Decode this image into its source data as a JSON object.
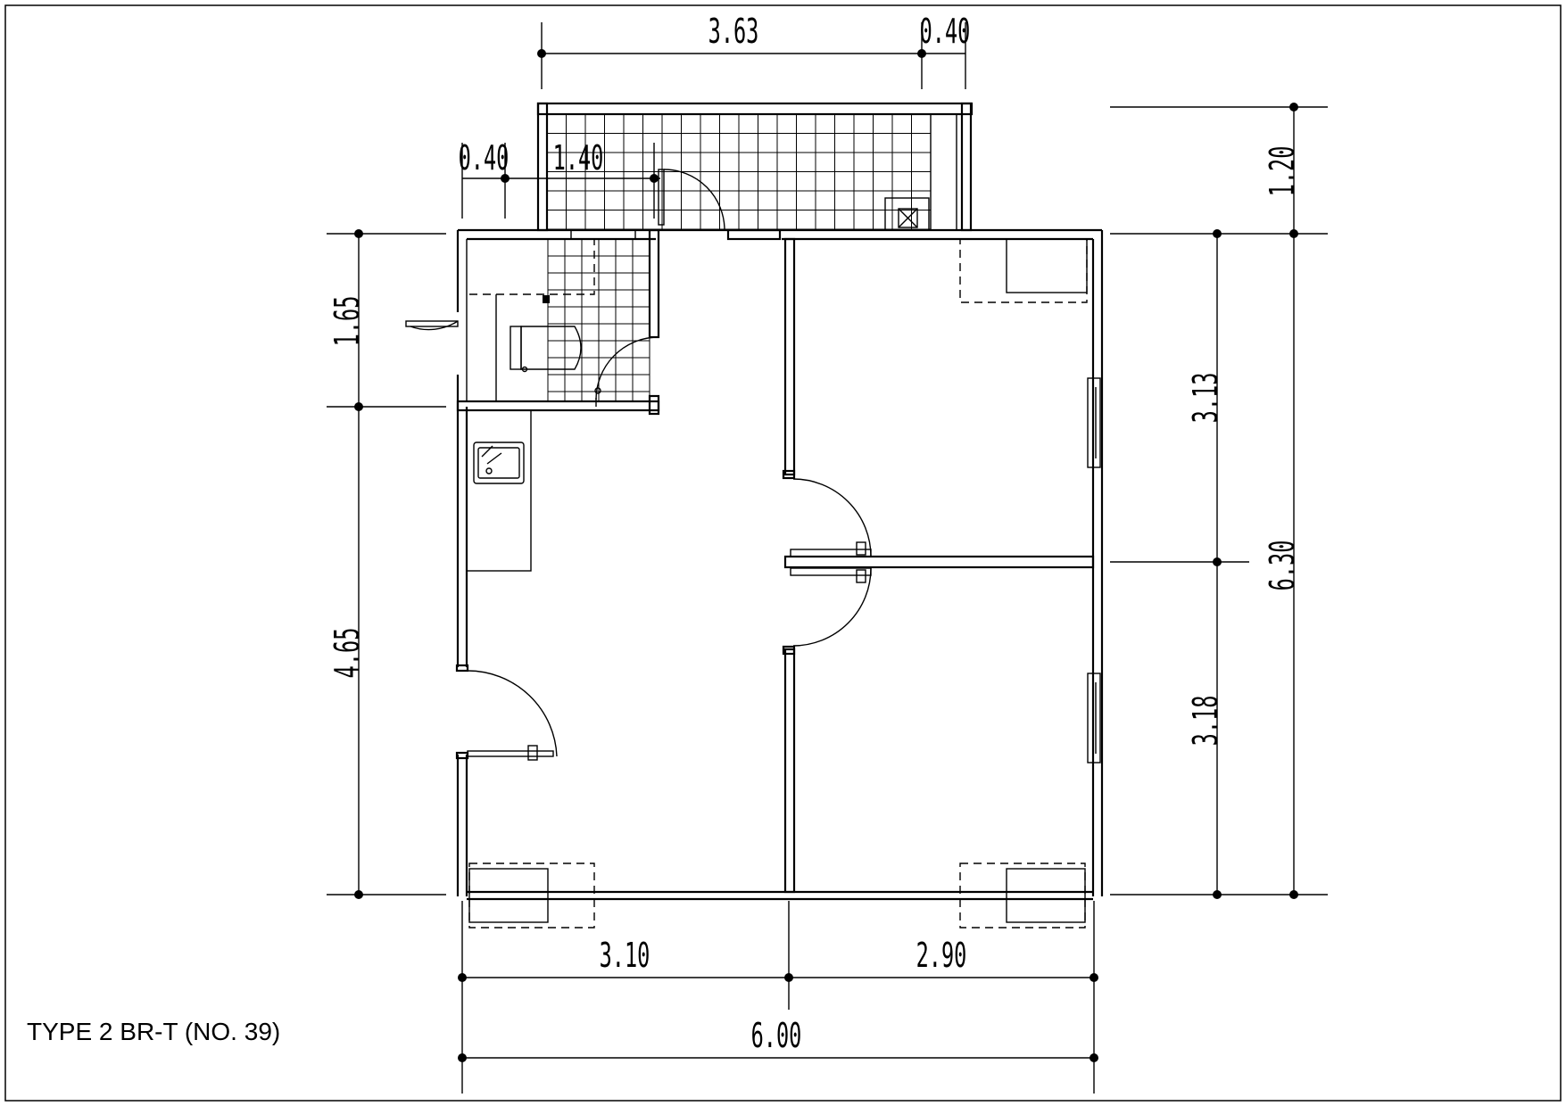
{
  "drawing": {
    "title": "TYPE 2 BR-T (NO. 39)"
  },
  "dimensions": {
    "balcony_width": "3.63",
    "balcony_end": "0.40",
    "bath_offset": "0.40",
    "bath_width": "1.40",
    "balcony_depth": "1.20",
    "bath_depth": "1.65",
    "living_depth": "4.65",
    "bedroom_top_depth": "3.13",
    "overall_depth": "6.30",
    "bedroom_bottom_depth": "3.18",
    "left_width": "3.10",
    "right_width": "2.90",
    "overall_width": "6.00"
  }
}
